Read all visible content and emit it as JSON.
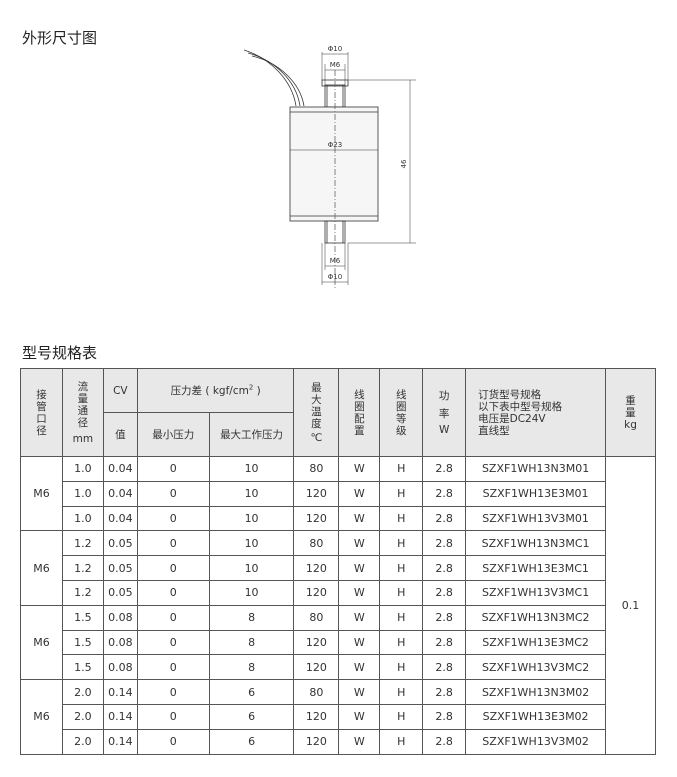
{
  "section1_title": "外形尺寸图",
  "section2_title": "型号规格表",
  "drawing_labels": {
    "top_diameter": "Φ10",
    "top_thread": "M6",
    "body_diameter": "Φ23",
    "height": "46",
    "bottom_thread": "M6",
    "bottom_diameter": "Φ10"
  },
  "headers": {
    "port": [
      "接",
      "管",
      "口",
      "径"
    ],
    "flow": [
      "流",
      "量",
      "通",
      "径"
    ],
    "flow_unit": "mm",
    "cv": "CV",
    "cv_sub": "值",
    "pressure_group": "压力差 ( kgf/cm",
    "pressure_sup": "2",
    "pressure_close": " )",
    "pmin": "最小压力",
    "pmax": "最大工作压力",
    "temp": [
      "最",
      "大",
      "温",
      "度"
    ],
    "temp_unit": "℃",
    "coil_cfg": [
      "线",
      "圈",
      "配",
      "置"
    ],
    "coil_grade": [
      "线",
      "圈",
      "等",
      "级"
    ],
    "power": [
      "功",
      "率"
    ],
    "power_unit": "W",
    "order": [
      "订货型号规格",
      "以下表中型号规格",
      "电压是DC24V",
      "直线型"
    ],
    "weight": [
      "重",
      "量"
    ],
    "weight_unit": "kg"
  },
  "weight_value": "0.1",
  "groups": [
    {
      "port": "M6",
      "rows": [
        {
          "d": "1.0",
          "cv": "0.04",
          "pmin": "0",
          "pmax": "10",
          "temp": "80",
          "coil": "W",
          "grade": "H",
          "power": "2.8",
          "model": "SZXF1WH13N3M01"
        },
        {
          "d": "1.0",
          "cv": "0.04",
          "pmin": "0",
          "pmax": "10",
          "temp": "120",
          "coil": "W",
          "grade": "H",
          "power": "2.8",
          "model": "SZXF1WH13E3M01"
        },
        {
          "d": "1.0",
          "cv": "0.04",
          "pmin": "0",
          "pmax": "10",
          "temp": "120",
          "coil": "W",
          "grade": "H",
          "power": "2.8",
          "model": "SZXF1WH13V3M01"
        }
      ]
    },
    {
      "port": "M6",
      "rows": [
        {
          "d": "1.2",
          "cv": "0.05",
          "pmin": "0",
          "pmax": "10",
          "temp": "80",
          "coil": "W",
          "grade": "H",
          "power": "2.8",
          "model": "SZXF1WH13N3MC1"
        },
        {
          "d": "1.2",
          "cv": "0.05",
          "pmin": "0",
          "pmax": "10",
          "temp": "120",
          "coil": "W",
          "grade": "H",
          "power": "2.8",
          "model": "SZXF1WH13E3MC1"
        },
        {
          "d": "1.2",
          "cv": "0.05",
          "pmin": "0",
          "pmax": "10",
          "temp": "120",
          "coil": "W",
          "grade": "H",
          "power": "2.8",
          "model": "SZXF1WH13V3MC1"
        }
      ]
    },
    {
      "port": "M6",
      "rows": [
        {
          "d": "1.5",
          "cv": "0.08",
          "pmin": "0",
          "pmax": "8",
          "temp": "80",
          "coil": "W",
          "grade": "H",
          "power": "2.8",
          "model": "SZXF1WH13N3MC2"
        },
        {
          "d": "1.5",
          "cv": "0.08",
          "pmin": "0",
          "pmax": "8",
          "temp": "120",
          "coil": "W",
          "grade": "H",
          "power": "2.8",
          "model": "SZXF1WH13E3MC2"
        },
        {
          "d": "1.5",
          "cv": "0.08",
          "pmin": "0",
          "pmax": "8",
          "temp": "120",
          "coil": "W",
          "grade": "H",
          "power": "2.8",
          "model": "SZXF1WH13V3MC2"
        }
      ]
    },
    {
      "port": "M6",
      "rows": [
        {
          "d": "2.0",
          "cv": "0.14",
          "pmin": "0",
          "pmax": "6",
          "temp": "80",
          "coil": "W",
          "grade": "H",
          "power": "2.8",
          "model": "SZXF1WH13N3M02"
        },
        {
          "d": "2.0",
          "cv": "0.14",
          "pmin": "0",
          "pmax": "6",
          "temp": "120",
          "coil": "W",
          "grade": "H",
          "power": "2.8",
          "model": "SZXF1WH13E3M02"
        },
        {
          "d": "2.0",
          "cv": "0.14",
          "pmin": "0",
          "pmax": "6",
          "temp": "120",
          "coil": "W",
          "grade": "H",
          "power": "2.8",
          "model": "SZXF1WH13V3M02"
        }
      ]
    }
  ]
}
